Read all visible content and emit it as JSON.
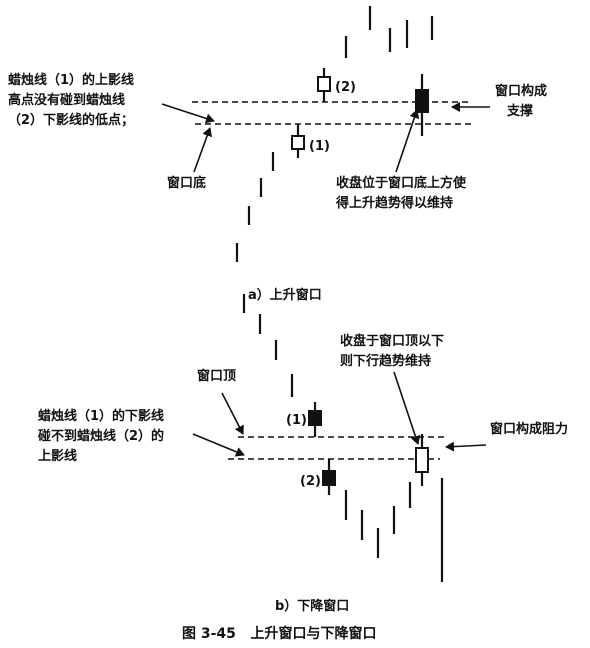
{
  "panel_a": {
    "caption": "a）上升窗口",
    "label_left": [
      "蜡烛线（1）的上影线",
      "高点没有碰到蜡烛线",
      "（2）下影线的低点；"
    ],
    "label_bottom": "窗口底",
    "label_middle": [
      "收盘位于窗口底上方使",
      "得上升趋势得以维持"
    ],
    "label_right": [
      "窗口构成",
      "支撑"
    ],
    "candle_1": "(1)",
    "candle_2": "(2)"
  },
  "panel_b": {
    "caption": "b）下降窗口",
    "label_top": "窗口顶",
    "label_left": [
      "蜡烛线（1）的下影线",
      "碰不到蜡烛线（2）的",
      "上影线"
    ],
    "label_middle": [
      "收盘于窗口顶以下",
      "则下行趋势维持"
    ],
    "label_right": "窗口构成阻力",
    "candle_1": "(1)",
    "candle_2": "(2)"
  },
  "figure_caption": "图 3-45   上升窗口与下降窗口"
}
